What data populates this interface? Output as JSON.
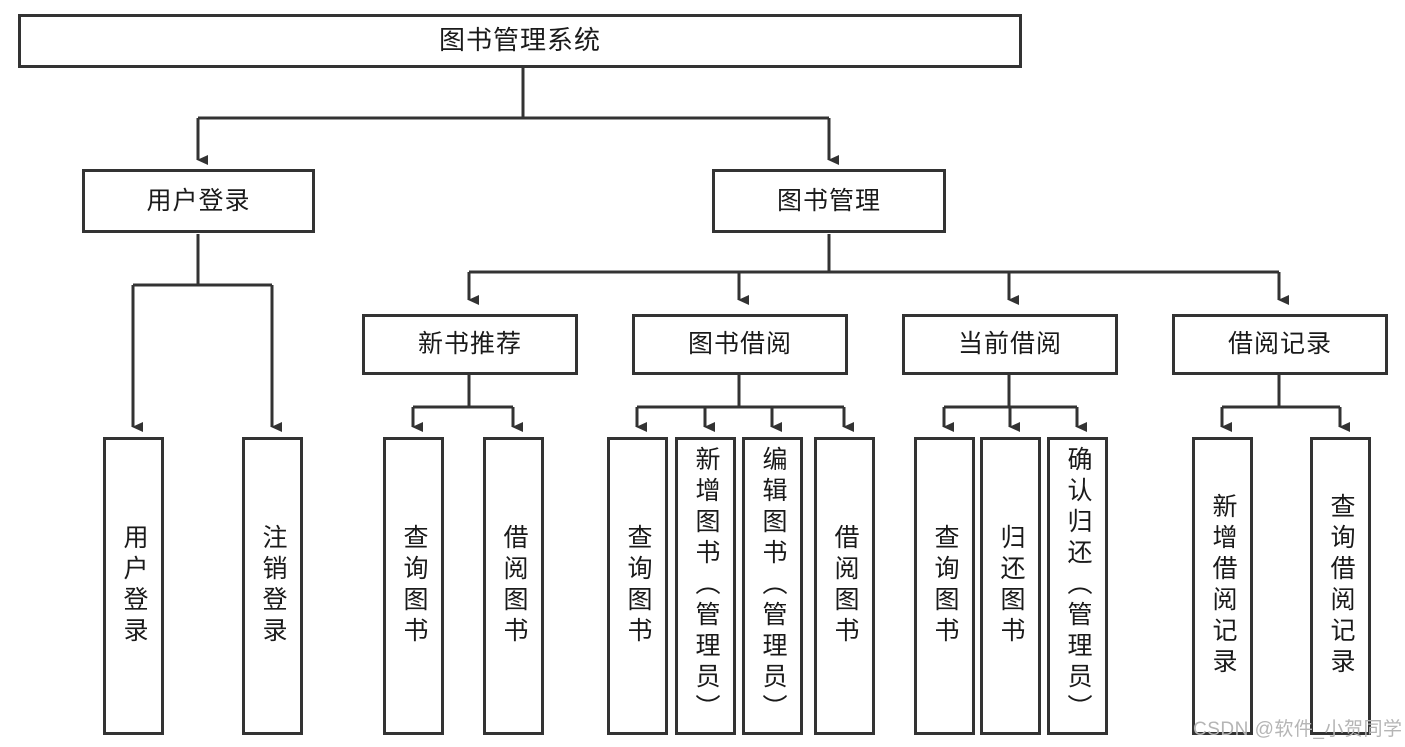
{
  "diagram": {
    "title": "图书管理系统",
    "type": "tree-hierarchy",
    "root": {
      "label": "图书管理系统"
    },
    "level2": [
      {
        "label": "用户登录"
      },
      {
        "label": "图书管理"
      }
    ],
    "level3": [
      {
        "label": "新书推荐"
      },
      {
        "label": "图书借阅"
      },
      {
        "label": "当前借阅"
      },
      {
        "label": "借阅记录"
      }
    ],
    "leaves": {
      "user_login": [
        {
          "label": "用户登录"
        },
        {
          "label": "注销登录"
        }
      ],
      "new_book_recommend": [
        {
          "label": "查询图书"
        },
        {
          "label": "借阅图书"
        }
      ],
      "book_borrow": [
        {
          "label": "查询图书"
        },
        {
          "label": "新增图书（管理员）"
        },
        {
          "label": "编辑图书（管理员）"
        },
        {
          "label": "借阅图书"
        }
      ],
      "current_borrow": [
        {
          "label": "查询图书"
        },
        {
          "label": "归还图书"
        },
        {
          "label": "确认归还（管理员）"
        }
      ],
      "borrow_record": [
        {
          "label": "新增借阅记录"
        },
        {
          "label": "查询借阅记录"
        }
      ]
    }
  },
  "watermark": {
    "text": "CSDN @软件_小贺同学"
  },
  "colors": {
    "stroke": "#333333",
    "background": "#ffffff",
    "text": "#1a1a1a",
    "watermark": "#b5b5b5"
  }
}
